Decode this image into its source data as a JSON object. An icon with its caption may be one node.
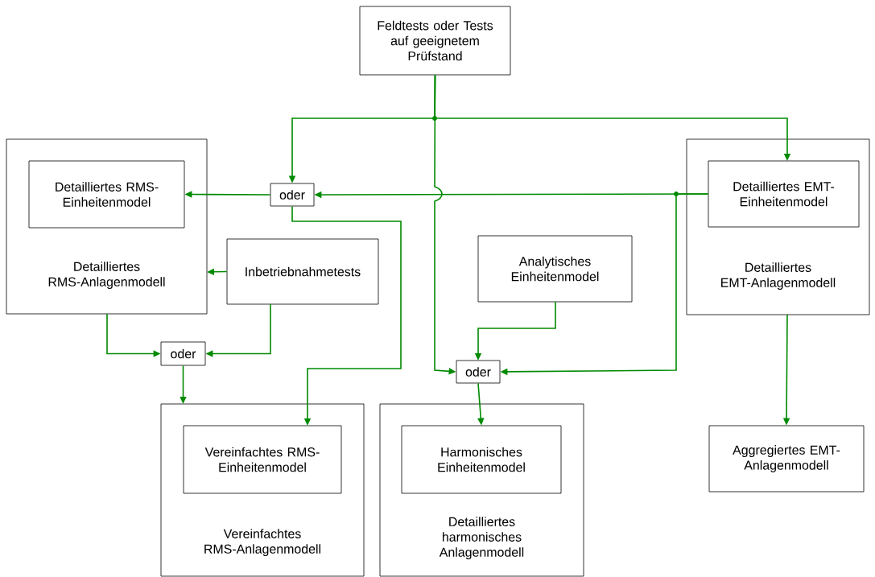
{
  "diagram": {
    "nodes": [
      {
        "text": [
          "Feldtests oder Tests auf geeignetem Prüfstand"
        ]
      },
      {
        "text": [
          "Detailliertes RMS-Anlagenmodell"
        ]
      },
      {
        "text": [
          "Detailliertes RMS-Einheitenmodel"
        ],
        "in": 1
      },
      {
        "text": [
          "oder"
        ]
      },
      {
        "text": [
          "Inbetriebnahmetests"
        ]
      },
      {
        "text": [
          "Detailliertes EMT-Anlagenmodell"
        ]
      },
      {
        "text": [
          "Detailliertes EMT-Einheitenmodel"
        ],
        "in": 5
      },
      {
        "text": [
          "Analytisches Einheitenmodel"
        ]
      },
      {
        "text": [
          "oder"
        ]
      },
      {
        "text": [
          "oder"
        ]
      },
      {
        "text": [
          "Vereinfachtes RMS-Anlagenmodell"
        ]
      },
      {
        "text": [
          "Vereinfachtes RMS-Einheitenmodel"
        ],
        "in": 10
      },
      {
        "text": [
          "Detailliertes harmonisches Anlagenmodell"
        ]
      },
      {
        "text": [
          "Harmonisches Einheitenmodel"
        ],
        "in": 12
      },
      {
        "text": [
          "Aggregiertes EMT-Anlagenmodell"
        ]
      }
    ],
    "edges": [
      {
        "from": 0,
        "to": 3,
        "arrow": "to"
      },
      {
        "from": 0,
        "to": 6,
        "arrow": "to"
      },
      {
        "from": 0,
        "to": 9,
        "arrow": "to"
      },
      {
        "from": 3,
        "to": 2,
        "arrow": "to"
      },
      {
        "from": 6,
        "to": 3,
        "arrow": "to"
      },
      {
        "from": 6,
        "to": 9,
        "arrow": "to"
      },
      {
        "from": 3,
        "to": 11,
        "arrow": "to"
      },
      {
        "from": 4,
        "to": 1,
        "arrow": "to"
      },
      {
        "from": 1,
        "to": 8,
        "arrow": "to"
      },
      {
        "from": 4,
        "to": 8,
        "arrow": "to"
      },
      {
        "from": 8,
        "to": 10,
        "arrow": "to"
      },
      {
        "from": 7,
        "to": 9,
        "arrow": "to"
      },
      {
        "from": 9,
        "to": 13,
        "arrow": "to"
      },
      {
        "from": 5,
        "to": 14,
        "arrow": "to"
      }
    ]
  }
}
